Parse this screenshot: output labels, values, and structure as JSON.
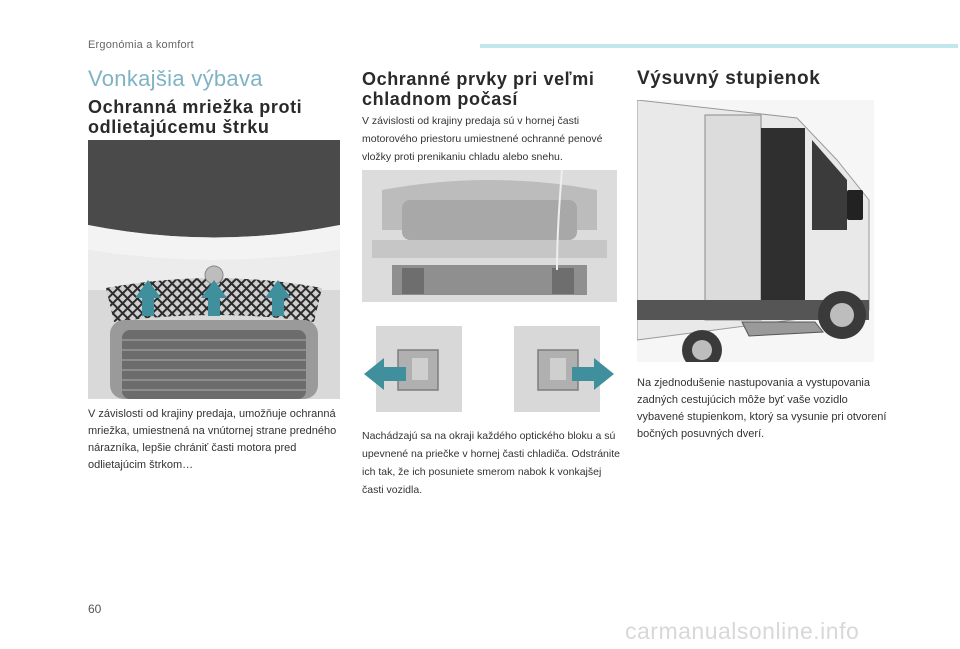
{
  "header": {
    "section": "Ergonómia a komfort",
    "accent_color": "#bfe7ec"
  },
  "section_title": "Vonkajšia výbava",
  "col1": {
    "title": "Ochranná mriežka proti odlietajúcemu štrku",
    "text": "V závislosti od krajiny predaja, umožňuje ochranná mriežka, umiestnená na vnútornej strane predného nárazníka, lepšie chrániť časti motora pred odlietajúcim štrkom…"
  },
  "col2": {
    "title": "Ochranné prvky pri veľmi chladnom počasí",
    "text1": "V závislosti od krajiny predaja sú v hornej časti motorového priestoru umiestnené ochranné penové vložky proti prenikaniu chladu alebo snehu.",
    "text2": "Nachádzajú sa na okraji každého optického bloku a sú upevnené na priečke v hornej časti chladiča. Odstránite ich tak, že ich posuniete smerom nabok k vonkajšej časti vozidla."
  },
  "col3": {
    "title": "Výsuvný stupienok",
    "text": "Na zjednodušenie nastupovania a vystupovania zadných cestujúcich môže byť vaše vozidlo vybavené stupienkom, ktorý sa vysunie pri otvorení bočných posuvných dverí."
  },
  "arrow_color": "#3f8f9c",
  "page_number": "60",
  "watermark": "carmanualsonline.info"
}
